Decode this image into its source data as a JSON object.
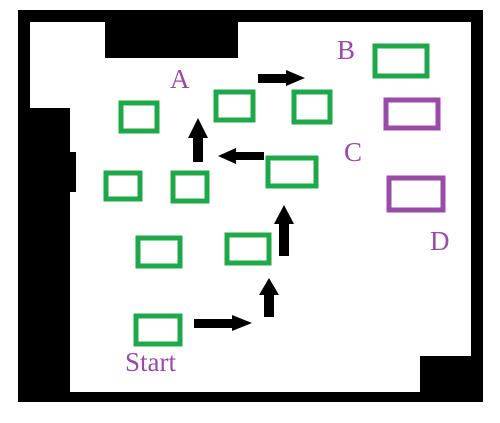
{
  "colors": {
    "wall": "#000000",
    "green_box": "#1fa84a",
    "purple_box": "#9a4aa8",
    "label": "#9a4aa8",
    "arrow": "#000000"
  },
  "labels": {
    "a": "A",
    "b": "B",
    "c": "C",
    "d": "D",
    "start": "Start"
  },
  "legend": {
    "green_meaning": "",
    "purple_meaning": ""
  }
}
